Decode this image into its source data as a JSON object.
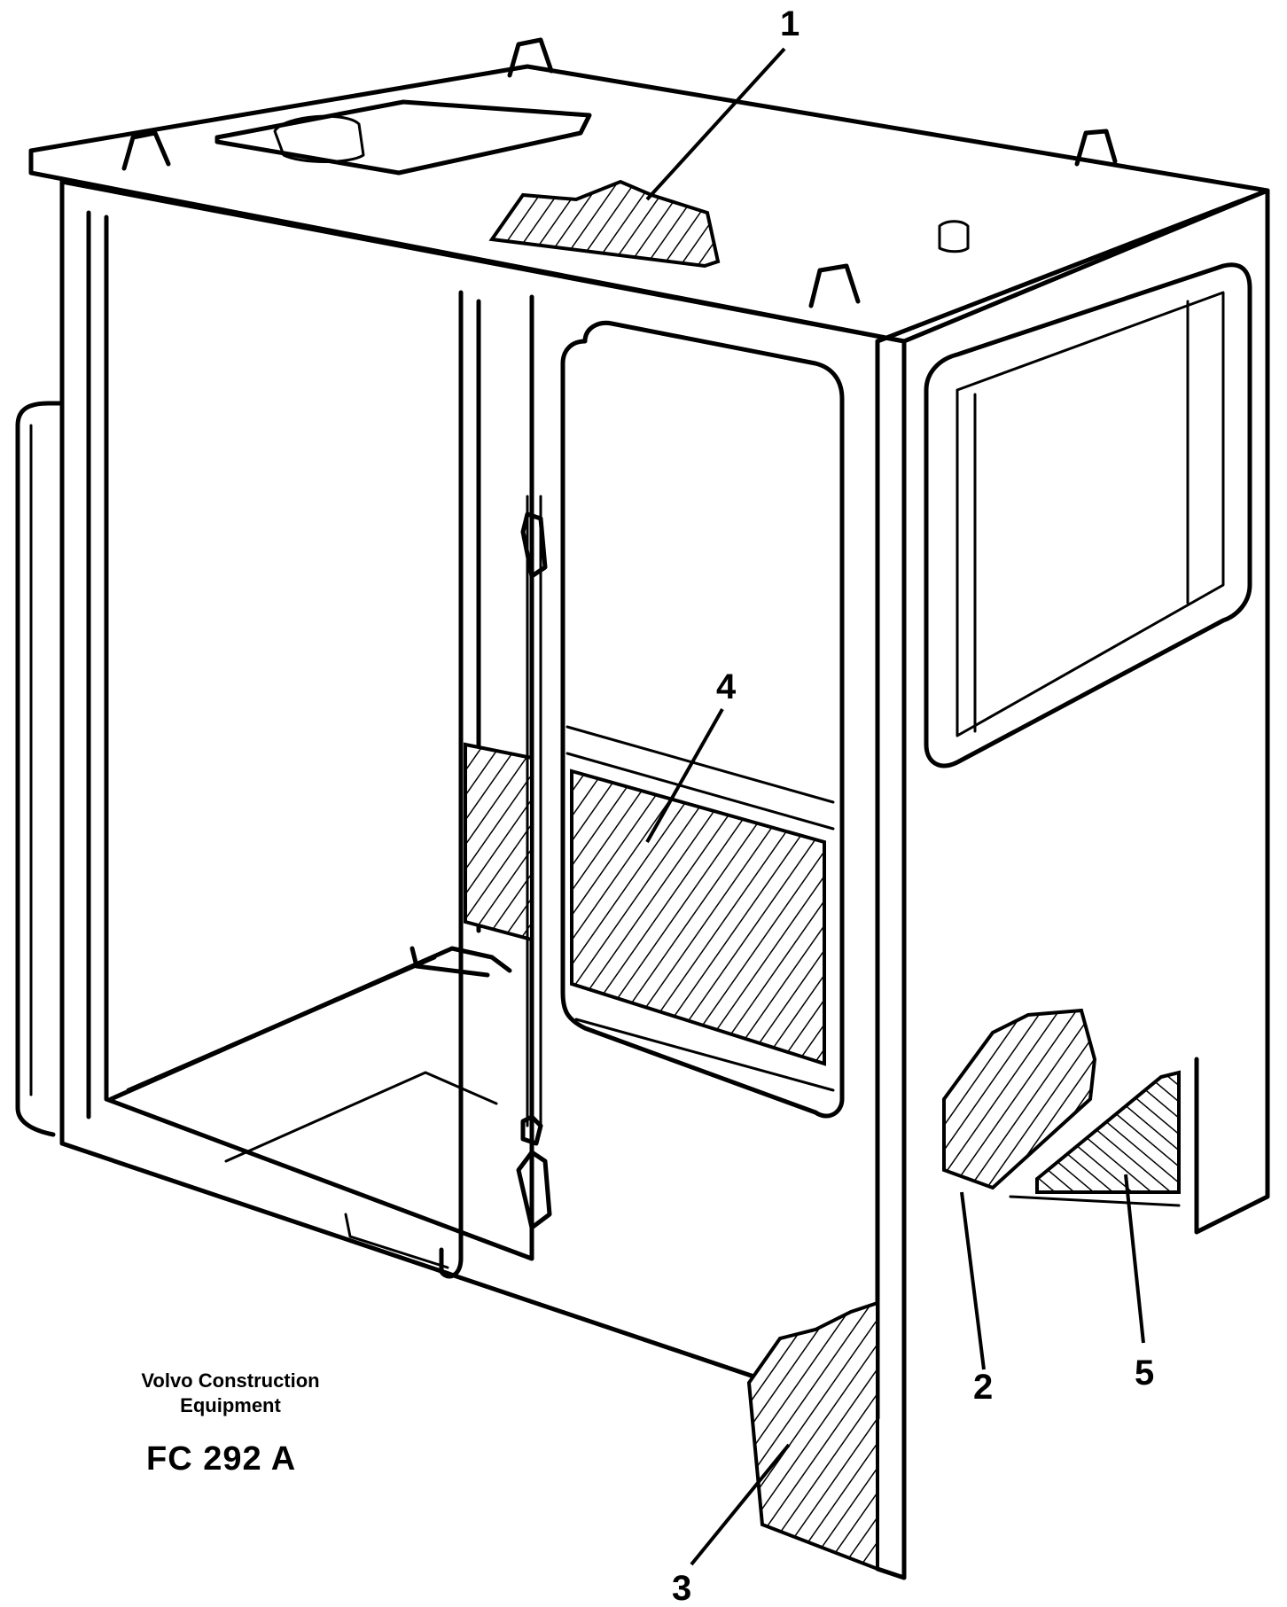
{
  "callouts": [
    {
      "id": "1",
      "label": "1"
    },
    {
      "id": "2",
      "label": "2"
    },
    {
      "id": "3",
      "label": "3"
    },
    {
      "id": "4",
      "label": "4"
    },
    {
      "id": "5",
      "label": "5"
    }
  ],
  "credit": {
    "line1": "Volvo Construction",
    "line2": "Equipment"
  },
  "figure_code": "FC 292 A"
}
